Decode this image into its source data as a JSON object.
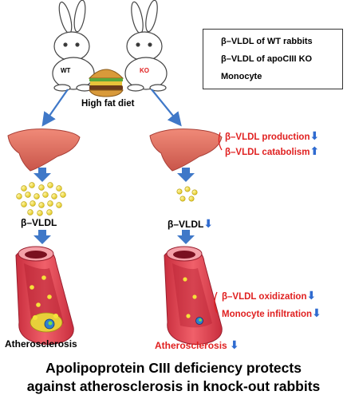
{
  "labels": {
    "wt_tag": "WT",
    "ko_tag": "KO",
    "diet": "High fat diet",
    "left_vldl": "β–VLDL",
    "right_vldl": "β–VLDL",
    "left_outcome": "Atherosclerosis",
    "right_outcome": "Atherosclerosis"
  },
  "legend": {
    "items": [
      "β–VLDL of WT rabbits",
      "β–VLDL of apoCIII KO",
      "Monocyte"
    ]
  },
  "effects": {
    "production": "β–VLDL production",
    "catabolism": "β–VLDL catabolism",
    "oxidization": "β–VLDL oxidization",
    "infiltration": "Monocyte infiltration"
  },
  "caption": {
    "line1": "Apolipoprotein CIII deficiency protects",
    "line2": "against atherosclerosis in knock-out rabbits"
  },
  "colors": {
    "arrow_blue": "#3f78c8",
    "liver": "#e5796a",
    "artery": "#e04050",
    "red_text": "#e02020",
    "particle": "#f5e23a"
  }
}
